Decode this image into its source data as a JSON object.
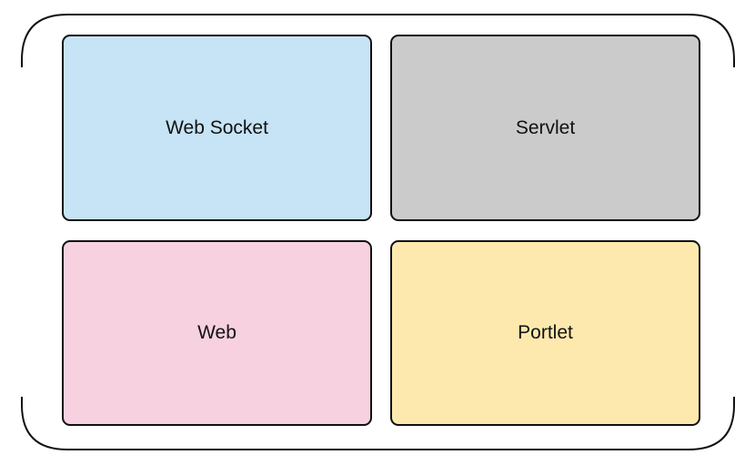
{
  "modules": [
    {
      "label": "Web Socket",
      "color": "#c6e4f6"
    },
    {
      "label": "Servlet",
      "color": "#cbcbcb"
    },
    {
      "label": "Web",
      "color": "#f7d1e0"
    },
    {
      "label": "Portlet",
      "color": "#fde9ae"
    }
  ],
  "container": {
    "stroke_color": "#111111"
  }
}
